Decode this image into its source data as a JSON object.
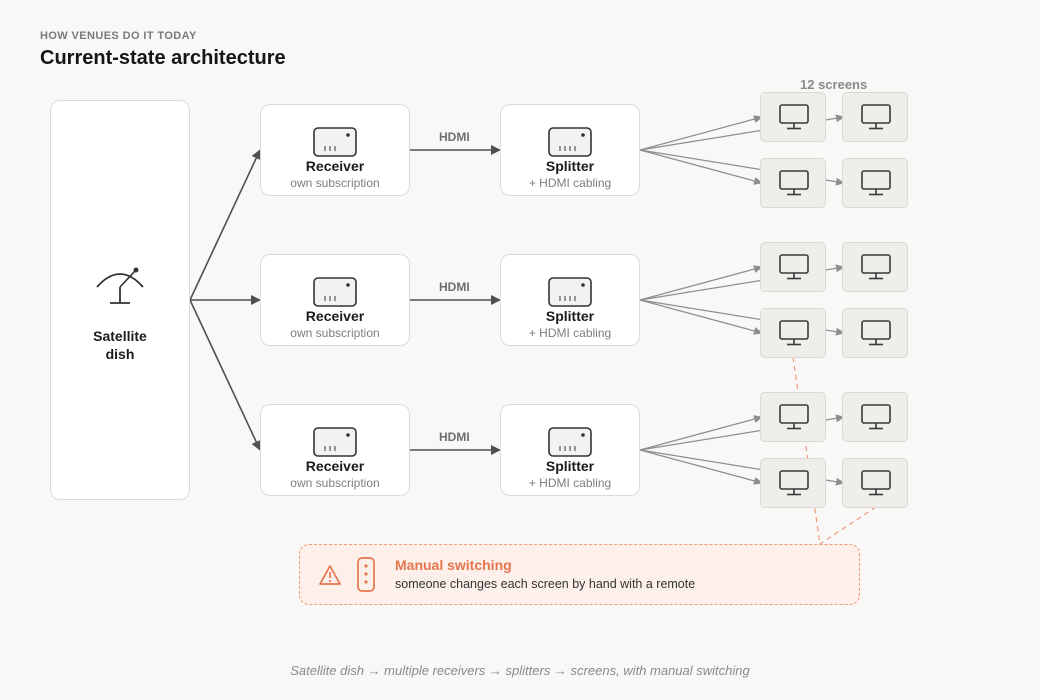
{
  "header": {
    "eyebrow": "HOW VENUES DO IT TODAY",
    "title": "Current-state architecture"
  },
  "source": {
    "label": "Satellite dish",
    "label_line1": "Satellite",
    "label_line2": "dish",
    "icon": "satellite-dish-icon"
  },
  "receivers": [
    {
      "label": "Receiver",
      "sub": "own subscription",
      "icon": "receiver-box-icon"
    },
    {
      "label": "Receiver",
      "sub": "own subscription",
      "icon": "receiver-box-icon"
    },
    {
      "label": "Receiver",
      "sub": "own subscription",
      "icon": "receiver-box-icon"
    }
  ],
  "links": [
    {
      "label": "HDMI"
    },
    {
      "label": "HDMI"
    },
    {
      "label": "HDMI"
    }
  ],
  "splitters": [
    {
      "label": "Splitter",
      "sub": "+ HDMI cabling",
      "icon": "splitter-box-icon"
    },
    {
      "label": "Splitter",
      "sub": "+ HDMI cabling",
      "icon": "splitter-box-icon"
    },
    {
      "label": "Splitter",
      "sub": "+ HDMI cabling",
      "icon": "splitter-box-icon"
    }
  ],
  "screens": {
    "label": "12 screens",
    "count": 12,
    "icon": "monitor-icon"
  },
  "warning": {
    "title": "Manual switching",
    "description": "someone changes each screen by hand with a remote",
    "icons": [
      "warning-triangle-icon",
      "remote-control-icon"
    ]
  },
  "caption": "Satellite dish → multiple receivers → splitters → screens, with manual switching",
  "colors": {
    "accent": "#e5754c",
    "warning_bg": "#fdf0eb",
    "line": "#555555",
    "screen_line": "#8a8a8a"
  }
}
